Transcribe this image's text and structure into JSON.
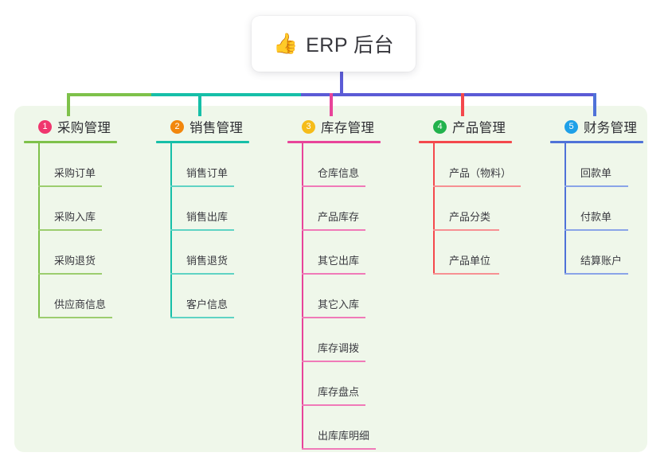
{
  "diagram": {
    "type": "mind-map",
    "root": {
      "icon": "thumbs-up-icon",
      "icon_glyph": "👍",
      "title": "ERP 后台"
    },
    "panel_color": "#eff7ea",
    "bus_segments": [
      {
        "name": "bus-segment-green",
        "color": "#7ec14a"
      },
      {
        "name": "bus-segment-teal",
        "color": "#16bfa8"
      },
      {
        "name": "bus-segment-purple",
        "color": "#5b5bd6"
      }
    ],
    "columns": [
      {
        "number": "1",
        "title": "采购管理",
        "badge_color": "#f0366e",
        "line_color": "#7ec14a",
        "items": [
          "采购订单",
          "采购入库",
          "采购退货",
          "供应商信息"
        ]
      },
      {
        "number": "2",
        "title": "销售管理",
        "badge_color": "#f2870d",
        "line_color": "#16bfa8",
        "items": [
          "销售订单",
          "销售出库",
          "销售退货",
          "客户信息"
        ]
      },
      {
        "number": "3",
        "title": "库存管理",
        "badge_color": "#f5bc1a",
        "line_color": "#e8449a",
        "items": [
          "仓库信息",
          "产品库存",
          "其它出库",
          "其它入库",
          "库存调拨",
          "库存盘点",
          "出库库明细"
        ]
      },
      {
        "number": "4",
        "title": "产品管理",
        "badge_color": "#22b24c",
        "line_color": "#f4484c",
        "items": [
          "产品（物料）",
          "产品分类",
          "产品单位"
        ]
      },
      {
        "number": "5",
        "title": "财务管理",
        "badge_color": "#1ea0e8",
        "line_color": "#4f72d8",
        "items": [
          "回款单",
          "付款单",
          "结算账户"
        ]
      }
    ]
  }
}
